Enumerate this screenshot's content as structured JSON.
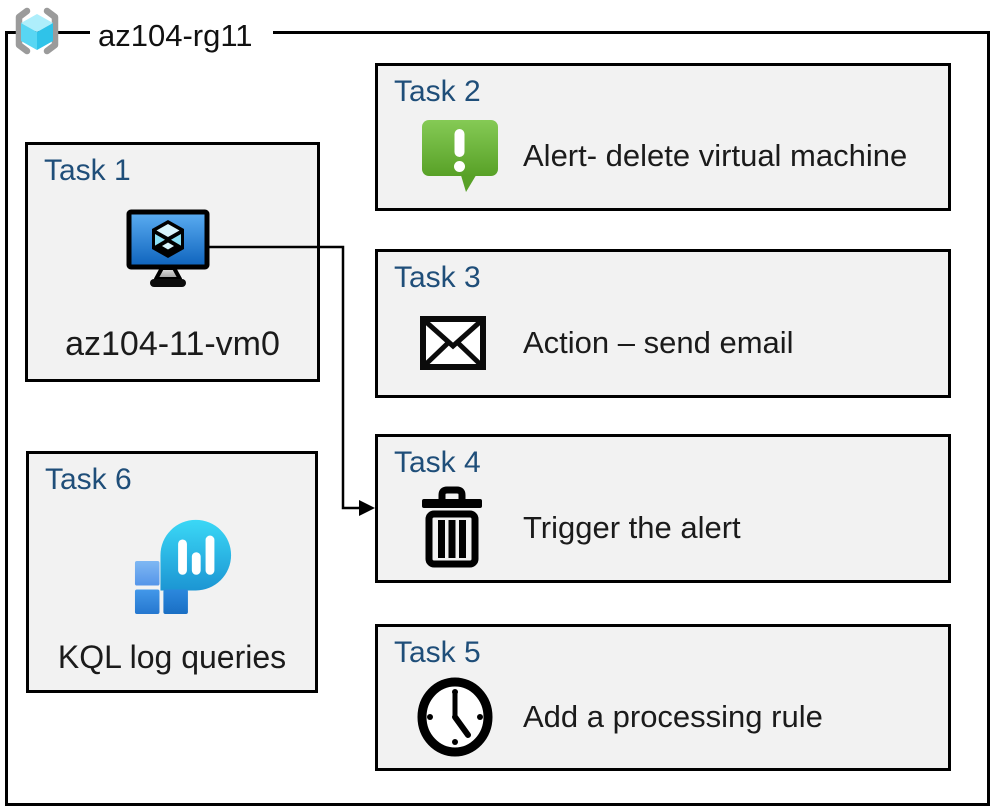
{
  "diagram": {
    "resource_group_label": "az104-rg11",
    "tasks": [
      {
        "title": "Task 1",
        "label": "az104-11-vm0",
        "icon": "virtual-machine-monitor-icon"
      },
      {
        "title": "Task 2",
        "label": "Alert- delete virtual machine",
        "icon": "alert-speech-bubble-icon"
      },
      {
        "title": "Task 3",
        "label": "Action – send email",
        "icon": "envelope-icon"
      },
      {
        "title": "Task 4",
        "label": "Trigger the alert",
        "icon": "trash-icon"
      },
      {
        "title": "Task 5",
        "label": "Add a processing rule",
        "icon": "clock-icon"
      },
      {
        "title": "Task 6",
        "label": "KQL log queries",
        "icon": "log-analytics-icon"
      }
    ],
    "connector": {
      "from": "Task 1",
      "to": "Task 4",
      "style": "elbow-arrow"
    },
    "colors": {
      "task_title": "#1F4E79",
      "box_fill": "#F2F2F2",
      "box_border": "#000000",
      "alert_green": "#6AB42F",
      "azure_blue": "#1E7FD6",
      "cyan": "#35C9EC",
      "bracket_gray": "#9B9B9B"
    }
  }
}
